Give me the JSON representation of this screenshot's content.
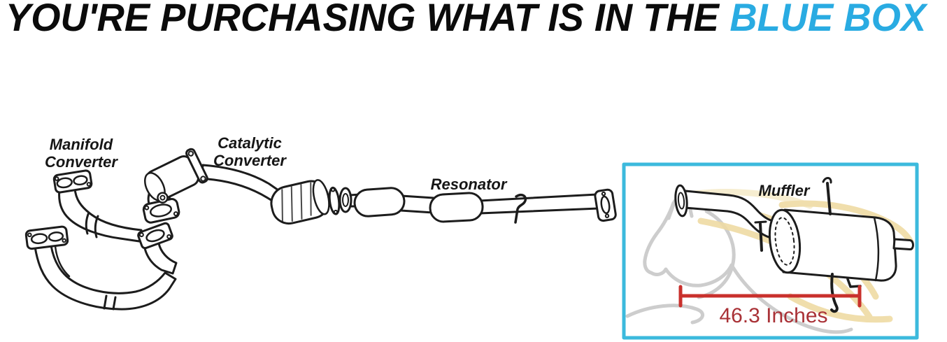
{
  "header": {
    "title_prefix": "YOU'RE PURCHASING WHAT IS IN THE",
    "title_highlight": "BLUE BOX",
    "highlight_color": "#29ABE2",
    "text_color": "#0B0B0B"
  },
  "diagram": {
    "labels": {
      "manifold": {
        "line1": "Manifold",
        "line2": "Converter"
      },
      "catalytic": {
        "line1": "Catalytic",
        "line2": "Converter"
      },
      "resonator": "Resonator",
      "muffler": "Muffler"
    },
    "measurement": {
      "text": "46.3 Inches",
      "line_color": "#C9302C",
      "text_color": "#A93136"
    },
    "blue_box": {
      "border_color": "#3CBADD"
    },
    "line_art_color": "#1C1C1C",
    "watermark": {
      "horse_outline_color": "#C9C9C9",
      "mane_swoosh_color": "#EFDBA4"
    }
  }
}
